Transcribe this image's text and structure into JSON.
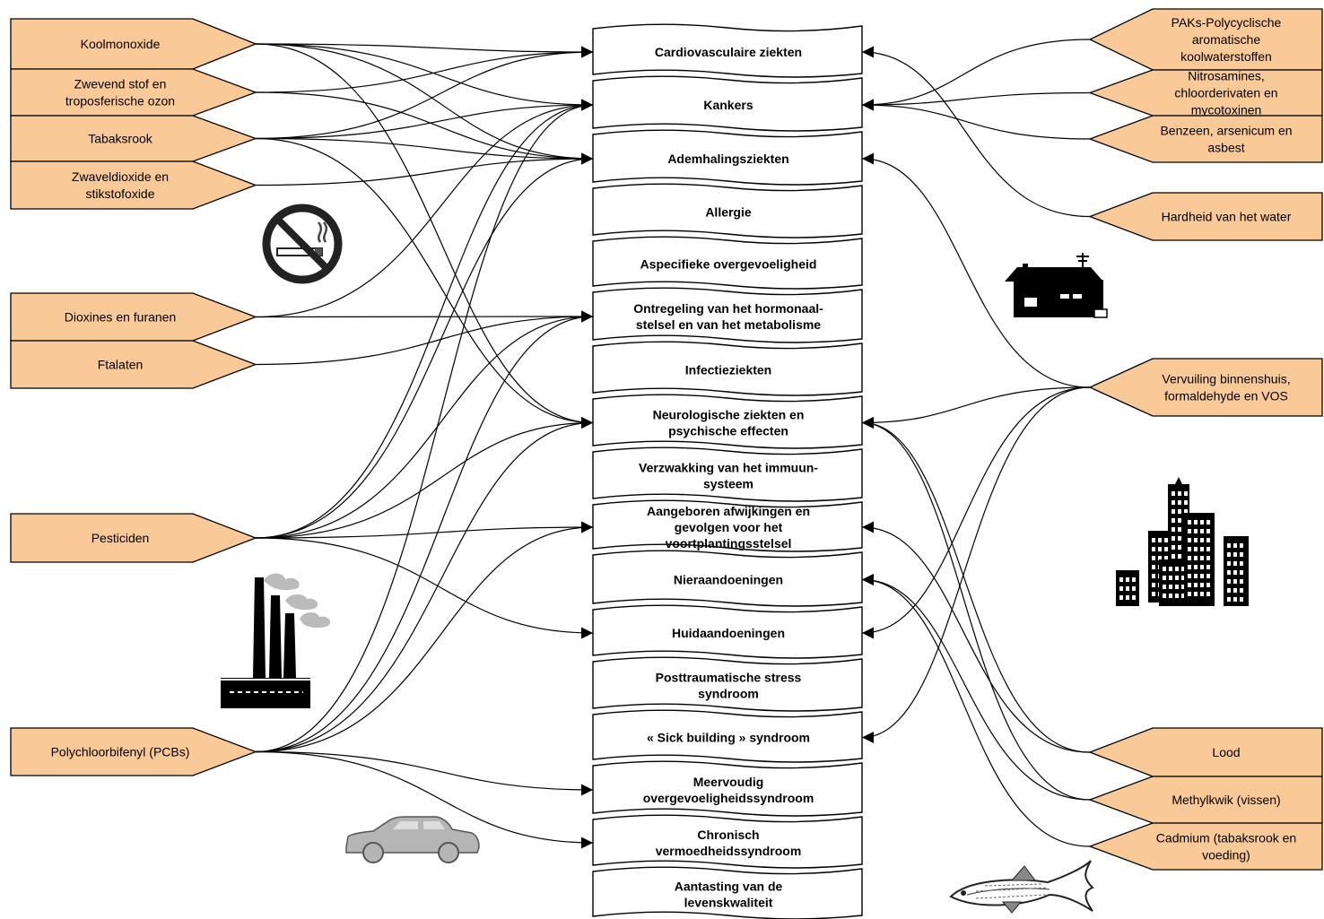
{
  "colors": {
    "source_fill": "#f9c998",
    "source_stroke": "#000000",
    "disease_fill": "#ffffff",
    "arrow": "#000000"
  },
  "left_sources": [
    {
      "id": "co",
      "lines": [
        "Koolmonoxide"
      ]
    },
    {
      "id": "dust",
      "lines": [
        "Zwevend stof en",
        "troposferische ozon"
      ]
    },
    {
      "id": "tobacco",
      "lines": [
        "Tabaksrook"
      ]
    },
    {
      "id": "so2",
      "lines": [
        "Zwaveldioxide en",
        "stikstofoxide"
      ]
    },
    {
      "id": "dioxins",
      "lines": [
        "Dioxines en furanen"
      ]
    },
    {
      "id": "phthalates",
      "lines": [
        "Ftalaten"
      ]
    },
    {
      "id": "pesticides",
      "lines": [
        "Pesticiden"
      ]
    },
    {
      "id": "pcb",
      "lines": [
        "Polychloorbifenyl  (PCBs)"
      ]
    }
  ],
  "right_sources": [
    {
      "id": "pah",
      "lines": [
        "PAKs-Polycyclische",
        "aromatische",
        "koolwaterstoffen"
      ]
    },
    {
      "id": "nitros",
      "lines": [
        "Nitrosamines,",
        "chloorderivaten en",
        "mycotoxinen"
      ]
    },
    {
      "id": "benzene",
      "lines": [
        "Benzeen, arsenicum en",
        "asbest"
      ]
    },
    {
      "id": "hardness",
      "lines": [
        "Hardheid van het water"
      ]
    },
    {
      "id": "indoor",
      "lines": [
        "Vervuiling binnenshuis,",
        "formaldehyde en VOS"
      ]
    },
    {
      "id": "lead",
      "lines": [
        "Lood"
      ]
    },
    {
      "id": "mercury",
      "lines": [
        "Methylkwik (vissen)"
      ]
    },
    {
      "id": "cadmium",
      "lines": [
        "Cadmium (tabaksrook en",
        "voeding)"
      ]
    }
  ],
  "diseases": [
    {
      "id": "cardio",
      "lines": [
        "Cardiovasculaire ziekten"
      ]
    },
    {
      "id": "cancer",
      "lines": [
        "Kankers"
      ]
    },
    {
      "id": "resp",
      "lines": [
        "Ademhalingsziekten"
      ]
    },
    {
      "id": "allergy",
      "lines": [
        "Allergie"
      ]
    },
    {
      "id": "aspec",
      "lines": [
        "Aspecifieke overgevoeligheid"
      ]
    },
    {
      "id": "hormone",
      "lines": [
        "Ontregeling van het hormonaal-",
        "stelsel en van het metabolisme"
      ]
    },
    {
      "id": "infect",
      "lines": [
        "Infectieziekten"
      ]
    },
    {
      "id": "neuro",
      "lines": [
        "Neurologische ziekten en",
        "psychische effecten"
      ]
    },
    {
      "id": "immune",
      "lines": [
        "Verzwakking van het immuun-",
        "systeem"
      ]
    },
    {
      "id": "congenital",
      "lines": [
        "Aangeboren afwijkingen en",
        "gevolgen voor het",
        "voortplantingsstelsel"
      ]
    },
    {
      "id": "kidney",
      "lines": [
        "Nieraandoeningen"
      ]
    },
    {
      "id": "skin",
      "lines": [
        "Huidaandoeningen"
      ]
    },
    {
      "id": "ptsd",
      "lines": [
        "Posttraumatische stress",
        "syndroom"
      ]
    },
    {
      "id": "sbs",
      "lines": [
        "« Sick building » syndroom"
      ]
    },
    {
      "id": "mcs",
      "lines": [
        "Meervoudig",
        "overgevoeligheidssyndroom"
      ]
    },
    {
      "id": "cfs",
      "lines": [
        "Chronisch",
        "vermoedheidssyndroom"
      ]
    },
    {
      "id": "quality",
      "lines": [
        "Aantasting van de",
        "levenskwaliteit"
      ]
    }
  ],
  "links": [
    [
      "co",
      "cardio"
    ],
    [
      "co",
      "cancer"
    ],
    [
      "co",
      "resp"
    ],
    [
      "co",
      "neuro"
    ],
    [
      "dust",
      "cardio"
    ],
    [
      "dust",
      "resp"
    ],
    [
      "tobacco",
      "cardio"
    ],
    [
      "tobacco",
      "cancer"
    ],
    [
      "tobacco",
      "resp"
    ],
    [
      "tobacco",
      "neuro"
    ],
    [
      "so2",
      "resp"
    ],
    [
      "dioxins",
      "cancer"
    ],
    [
      "dioxins",
      "hormone"
    ],
    [
      "phthalates",
      "hormone"
    ],
    [
      "pesticides",
      "cancer"
    ],
    [
      "pesticides",
      "resp"
    ],
    [
      "pesticides",
      "hormone"
    ],
    [
      "pesticides",
      "neuro"
    ],
    [
      "pesticides",
      "congenital"
    ],
    [
      "pesticides",
      "skin"
    ],
    [
      "pcb",
      "cancer"
    ],
    [
      "pcb",
      "hormone"
    ],
    [
      "pcb",
      "neuro"
    ],
    [
      "pcb",
      "congenital"
    ],
    [
      "pcb",
      "mcs"
    ],
    [
      "pcb",
      "cfs"
    ],
    [
      "pah",
      "cancer"
    ],
    [
      "nitros",
      "cancer"
    ],
    [
      "benzene",
      "cancer"
    ],
    [
      "hardness",
      "cardio"
    ],
    [
      "indoor",
      "resp"
    ],
    [
      "indoor",
      "neuro"
    ],
    [
      "indoor",
      "skin"
    ],
    [
      "indoor",
      "sbs"
    ],
    [
      "lead",
      "neuro"
    ],
    [
      "lead",
      "congenital"
    ],
    [
      "mercury",
      "neuro"
    ],
    [
      "mercury",
      "kidney"
    ],
    [
      "cadmium",
      "kidney"
    ]
  ],
  "icons": [
    "no-smoking-icon",
    "house-icon",
    "factory-icon",
    "city-buildings-icon",
    "car-icon",
    "fish-icon"
  ]
}
